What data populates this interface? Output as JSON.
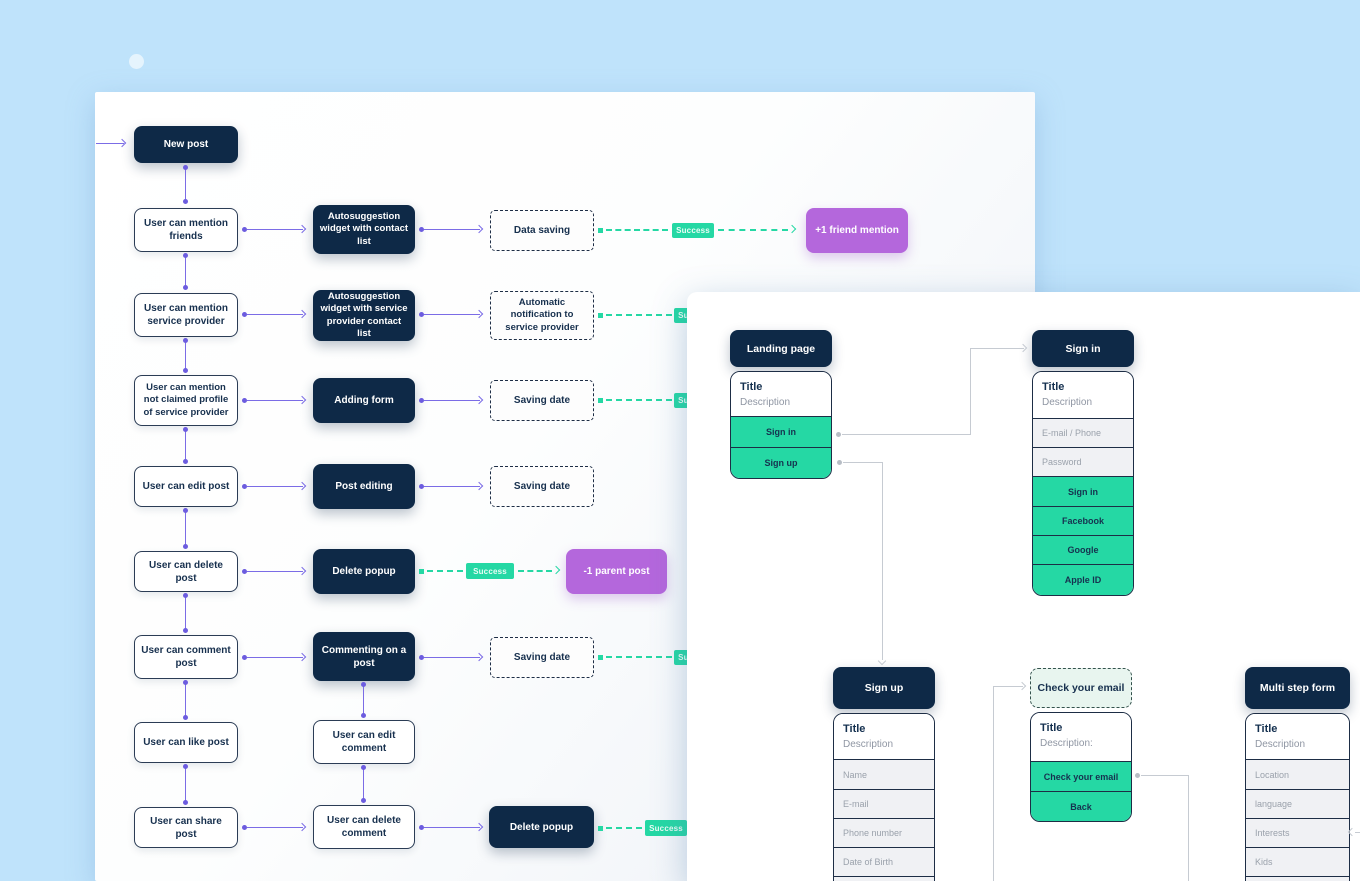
{
  "page": {
    "background": "#bfe3fb"
  },
  "colors": {
    "navy": "#0e2947",
    "green": "#25d8a4",
    "purple_node": "#b467dc",
    "purple_arrow": "#7b6ce6",
    "gray_connector": "#c6cbd2",
    "canvas_blue_bg": "#bfe3fb"
  },
  "flow": {
    "success_label": "Success",
    "nodes": {
      "new_post": "New post",
      "mention_friends": "User can mention friends",
      "autosuggestion_contact": "Autosuggestion widget with contact list",
      "data_saving": "Data saving",
      "friend_mention": "+1 friend mention",
      "mention_service": "User can mention service provider",
      "autosuggestion_service": "Autosuggestion widget with service provider contact list",
      "auto_notification": "Automatic notification to service provider",
      "mention_not_claimed": "User can mention not claimed profile of service provider",
      "adding_form": "Adding form",
      "saving_date": "Saving date",
      "edit_post": "User can edit post",
      "post_editing": "Post editing",
      "delete_post": "User can delete post",
      "delete_popup": "Delete popup",
      "parent_post": "-1 parent post",
      "comment_post": "User can comment post",
      "commenting_on_post": "Commenting on a post",
      "like_post": "User can like post",
      "edit_comment": "User can edit comment",
      "share_post": "User can share post",
      "delete_comment": "User can delete comment"
    }
  },
  "screens": {
    "landing": {
      "header": "Landing page",
      "title": "Title",
      "description": "Description",
      "buttons": [
        "Sign in",
        "Sign up"
      ]
    },
    "signin": {
      "header": "Sign in",
      "title": "Title",
      "description": "Description",
      "fields": [
        "E-mail / Phone",
        "Password"
      ],
      "buttons": [
        "Sign in",
        "Facebook",
        "Google",
        "Apple ID"
      ]
    },
    "signup": {
      "header": "Sign up",
      "title": "Title",
      "description": "Description",
      "fields": [
        "Name",
        "E-mail",
        "Phone number",
        "Date of Birth"
      ]
    },
    "check_email": {
      "header": "Check your email",
      "title": "Title",
      "description": "Description:",
      "buttons": [
        "Check your email",
        "Back"
      ]
    },
    "multistep": {
      "header": "Multi step form",
      "title": "Title",
      "description": "Description",
      "fields": [
        "Location",
        "language",
        "Interests",
        "Kids"
      ]
    }
  }
}
